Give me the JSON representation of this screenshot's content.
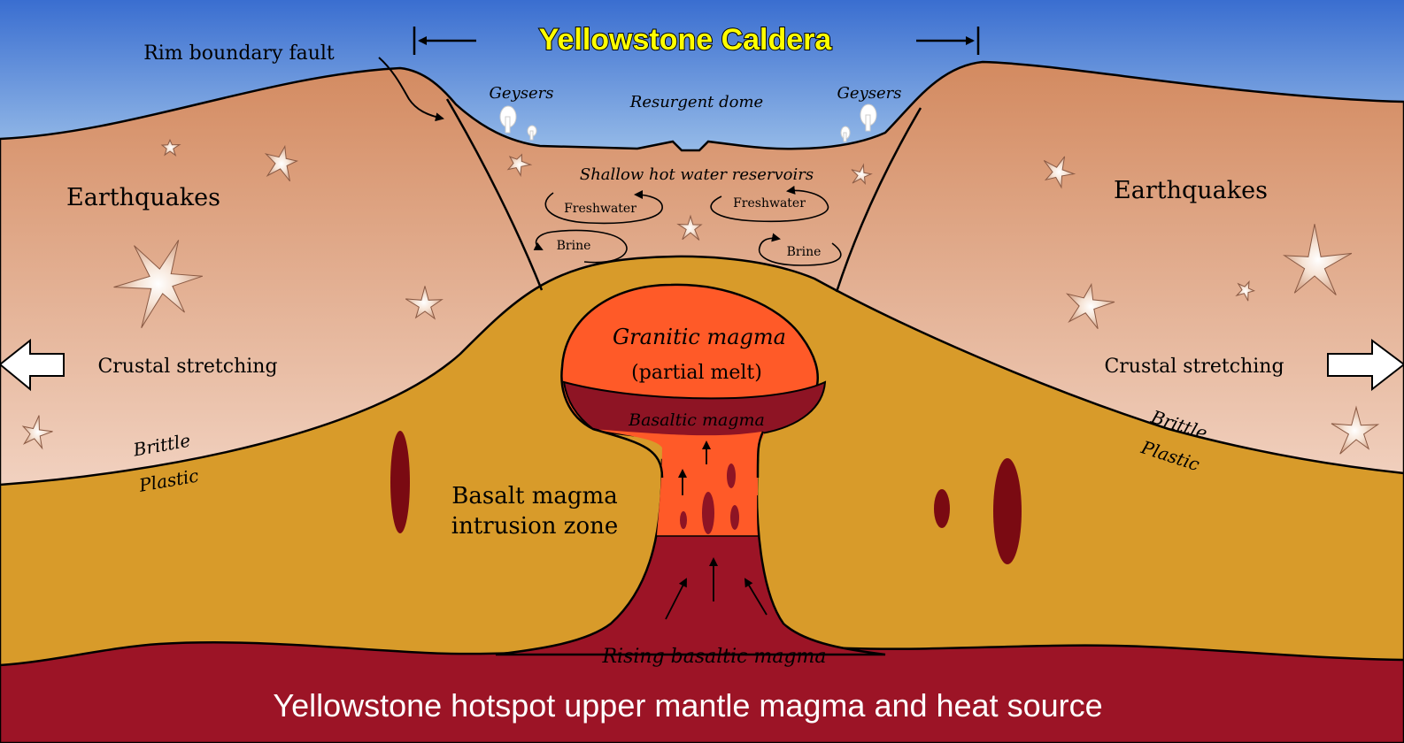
{
  "title": "Yellowstone Caldera",
  "labels": {
    "rim_fault": "Rim boundary fault",
    "geysers_left": "Geysers",
    "geysers_right": "Geysers",
    "resurgent_dome": "Resurgent dome",
    "shallow_reservoirs": "Shallow hot water reservoirs",
    "freshwater_left": "Freshwater",
    "freshwater_right": "Freshwater",
    "brine_left": "Brine",
    "brine_right": "Brine",
    "earthquakes_left": "Earthquakes",
    "earthquakes_right": "Earthquakes",
    "crustal_left": "Crustal stretching",
    "crustal_right": "Crustal stretching",
    "brittle_left": "Brittle",
    "plastic_left": "Plastic",
    "brittle_right": "Brittle",
    "plastic_right": "Plastic",
    "granitic_magma": "Granitic magma",
    "partial_melt": "(partial melt)",
    "basaltic_magma": "Basaltic magma",
    "basalt_intrusion_line1": "Basalt magma",
    "basalt_intrusion_line2": "intrusion zone",
    "rising_magma": "Rising basaltic magma",
    "hotspot": "Yellowstone hotspot upper mantle magma and heat source"
  },
  "colors": {
    "sky_top": "#3a6ed0",
    "sky_bottom": "#e4eef8",
    "crust_top": "#d38a60",
    "crust_bottom": "#efcab5",
    "plastic": "#d89b2a",
    "mantle": "#9c1426",
    "granitic": "#ff5a28",
    "basaltic": "#8e1424",
    "title_yellow": "#ffff00"
  }
}
